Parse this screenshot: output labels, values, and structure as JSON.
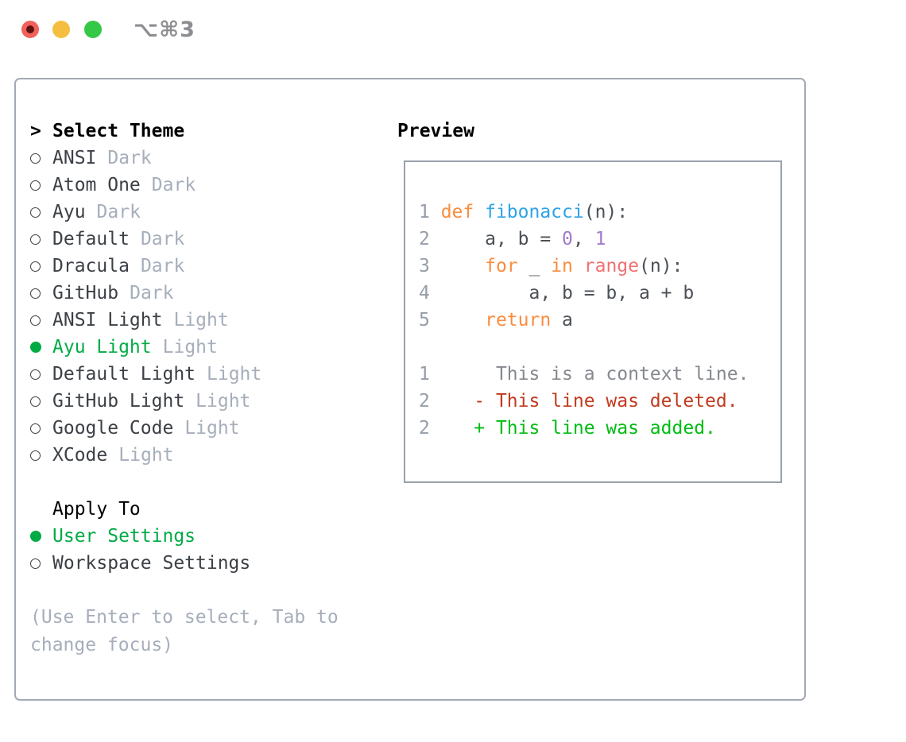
{
  "window": {
    "title": "⌥⌘3",
    "traffic_lights": [
      {
        "name": "close",
        "color": "#F2615B",
        "dot_color": "#5F1210"
      },
      {
        "name": "minimize",
        "color": "#F6BE41"
      },
      {
        "name": "maximize",
        "color": "#35C846"
      }
    ]
  },
  "selector": {
    "prompt": ">",
    "title": "Select Theme",
    "themes": [
      {
        "name": "ANSI",
        "variant": "Dark",
        "selected": false
      },
      {
        "name": "Atom One",
        "variant": "Dark",
        "selected": false
      },
      {
        "name": "Ayu",
        "variant": "Dark",
        "selected": false
      },
      {
        "name": "Default",
        "variant": "Dark",
        "selected": false
      },
      {
        "name": "Dracula",
        "variant": "Dark",
        "selected": false
      },
      {
        "name": "GitHub",
        "variant": "Dark",
        "selected": false
      },
      {
        "name": "ANSI Light",
        "variant": "Light",
        "selected": false
      },
      {
        "name": "Ayu Light",
        "variant": "Light",
        "selected": true
      },
      {
        "name": "Default Light",
        "variant": "Light",
        "selected": false
      },
      {
        "name": "GitHub Light",
        "variant": "Light",
        "selected": false
      },
      {
        "name": "Google Code",
        "variant": "Light",
        "selected": false
      },
      {
        "name": "XCode",
        "variant": "Light",
        "selected": false
      }
    ],
    "apply_to": {
      "title": "Apply To",
      "options": [
        {
          "label": "User Settings",
          "selected": true
        },
        {
          "label": "Workspace Settings",
          "selected": false
        }
      ]
    },
    "hint": "(Use Enter to select, Tab to change focus)"
  },
  "preview": {
    "title": "Preview",
    "lines": [
      {
        "tokens": [
          {
            "t": "1 ",
            "c": "ln"
          },
          {
            "t": "def ",
            "c": "kw"
          },
          {
            "t": "fibonacci",
            "c": "fn"
          },
          {
            "t": "(n):",
            "c": "pl"
          }
        ]
      },
      {
        "tokens": [
          {
            "t": "2 ",
            "c": "ln"
          },
          {
            "t": "    a, b = ",
            "c": "pl"
          },
          {
            "t": "0",
            "c": "num"
          },
          {
            "t": ", ",
            "c": "pl"
          },
          {
            "t": "1",
            "c": "num"
          }
        ]
      },
      {
        "tokens": [
          {
            "t": "3 ",
            "c": "ln"
          },
          {
            "t": "    ",
            "c": "pl"
          },
          {
            "t": "for",
            "c": "kw"
          },
          {
            "t": " _ ",
            "c": "pl"
          },
          {
            "t": "in",
            "c": "kw"
          },
          {
            "t": " ",
            "c": "pl"
          },
          {
            "t": "range",
            "c": "call"
          },
          {
            "t": "(n):",
            "c": "pl"
          }
        ]
      },
      {
        "tokens": [
          {
            "t": "4 ",
            "c": "ln"
          },
          {
            "t": "        a, b = b, a + b",
            "c": "pl"
          }
        ]
      },
      {
        "tokens": [
          {
            "t": "5 ",
            "c": "ln"
          },
          {
            "t": "    ",
            "c": "pl"
          },
          {
            "t": "return",
            "c": "kw"
          },
          {
            "t": " a",
            "c": "pl"
          }
        ]
      },
      {
        "tokens": []
      },
      {
        "tokens": [
          {
            "t": "1",
            "c": "ln"
          },
          {
            "t": "      This is a context line.",
            "c": "ctx"
          }
        ]
      },
      {
        "tokens": [
          {
            "t": "2",
            "c": "ln"
          },
          {
            "t": "    - This line was deleted.",
            "c": "del"
          }
        ]
      },
      {
        "tokens": [
          {
            "t": "2",
            "c": "ln"
          },
          {
            "t": "    + This line was added.",
            "c": "add"
          }
        ]
      }
    ]
  },
  "colors": {
    "accent_green": "#00AB45",
    "list_text": "#3B4046",
    "muted": "#A6AEBB",
    "panel_border": "#A3AAB5",
    "preview_border": "#9AA1AB",
    "line_number": "#959DA8",
    "keyword_orange": "#FA8D3E",
    "function_blue": "#2EA3E8",
    "code_plain": "#4C5157",
    "number_purple": "#A37ACC",
    "builtin_coral": "#F07171",
    "context_gray": "#85898F",
    "deleted_red": "#C23B1E",
    "added_green": "#00BC13",
    "tl_red": "#F2615B",
    "tl_red_dot": "#5F1210",
    "tl_yellow": "#F6BE41",
    "tl_green": "#35C846"
  }
}
